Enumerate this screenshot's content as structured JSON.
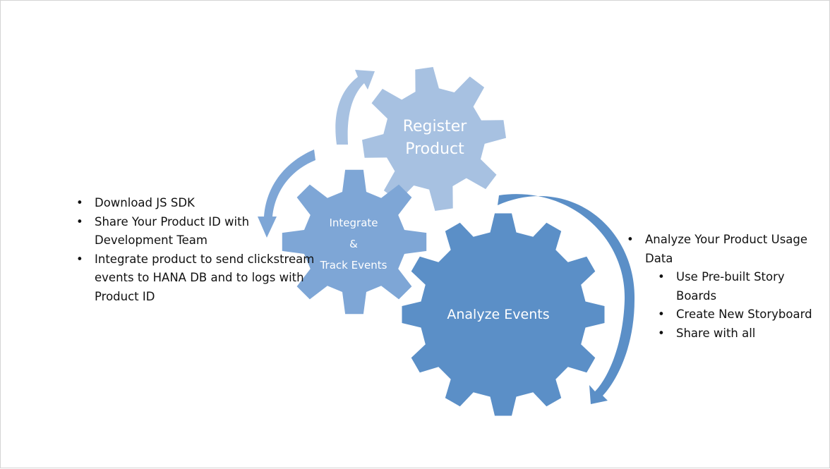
{
  "gears": {
    "register": {
      "lines": [
        "Register",
        "Product"
      ],
      "color": "#a7c1e1"
    },
    "integrate": {
      "lines": [
        "Integrate",
        "&",
        "Track Events"
      ],
      "color": "#7ea6d6"
    },
    "analyze": {
      "lines": [
        "Analyze Events"
      ],
      "color": "#5b8fc7"
    }
  },
  "left_bullets": [
    "Download JS SDK",
    "Share Your Product ID with Development Team",
    "Integrate product to send clickstream events to HANA DB and to logs with Product ID"
  ],
  "right_bullets": {
    "main": "Analyze Your Product Usage Data",
    "sub": [
      "Use Pre-built Story Boards",
      "Create New Storyboard",
      "Share with all"
    ]
  },
  "colors": {
    "arrow_light": "#a7c1e1",
    "arrow_mid": "#7ea6d6",
    "arrow_dark": "#5b8fc7"
  }
}
